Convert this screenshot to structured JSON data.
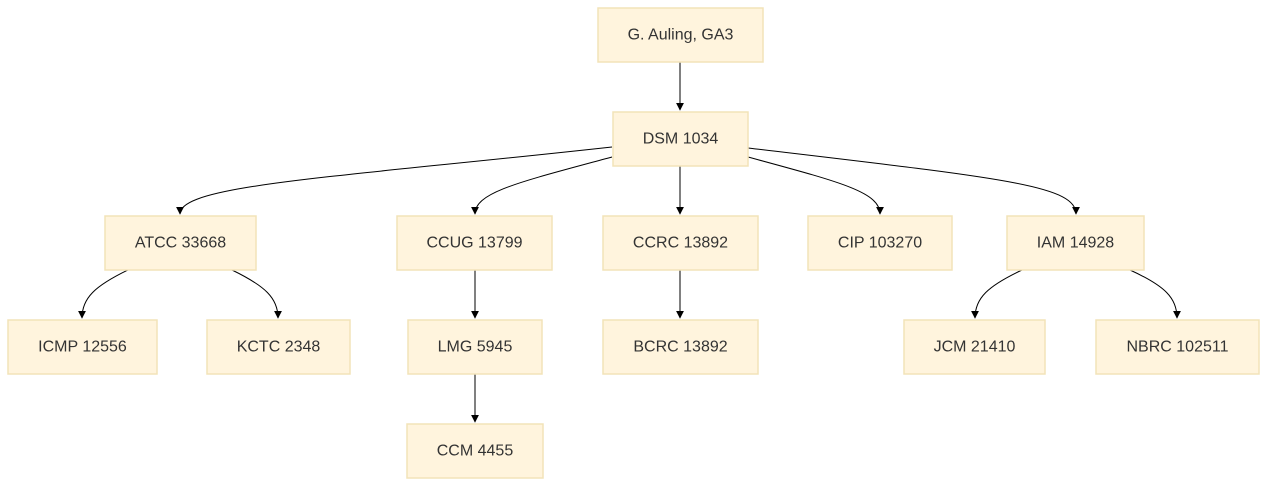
{
  "diagram": {
    "type": "tree",
    "node_fill": "#fff4dd",
    "node_border": "#f2e3b8",
    "text_color": "#333333",
    "edge_color": "#000000",
    "nodes": [
      {
        "id": "n0",
        "label": "G. Auling, GA3"
      },
      {
        "id": "n1",
        "label": "DSM 1034"
      },
      {
        "id": "n2",
        "label": "ATCC 33668"
      },
      {
        "id": "n3",
        "label": "CCUG 13799"
      },
      {
        "id": "n4",
        "label": "CCRC 13892"
      },
      {
        "id": "n5",
        "label": "CIP 103270"
      },
      {
        "id": "n6",
        "label": "IAM 14928"
      },
      {
        "id": "n7",
        "label": "ICMP 12556"
      },
      {
        "id": "n8",
        "label": "KCTC 2348"
      },
      {
        "id": "n9",
        "label": "LMG 5945"
      },
      {
        "id": "n10",
        "label": "BCRC 13892"
      },
      {
        "id": "n11",
        "label": "JCM 21410"
      },
      {
        "id": "n12",
        "label": "NBRC 102511"
      },
      {
        "id": "n13",
        "label": "CCM 4455"
      }
    ],
    "edges": [
      {
        "from": "n0",
        "to": "n1"
      },
      {
        "from": "n1",
        "to": "n2"
      },
      {
        "from": "n1",
        "to": "n3"
      },
      {
        "from": "n1",
        "to": "n4"
      },
      {
        "from": "n1",
        "to": "n5"
      },
      {
        "from": "n1",
        "to": "n6"
      },
      {
        "from": "n2",
        "to": "n7"
      },
      {
        "from": "n2",
        "to": "n8"
      },
      {
        "from": "n3",
        "to": "n9"
      },
      {
        "from": "n4",
        "to": "n10"
      },
      {
        "from": "n6",
        "to": "n11"
      },
      {
        "from": "n6",
        "to": "n12"
      },
      {
        "from": "n9",
        "to": "n13"
      }
    ]
  }
}
